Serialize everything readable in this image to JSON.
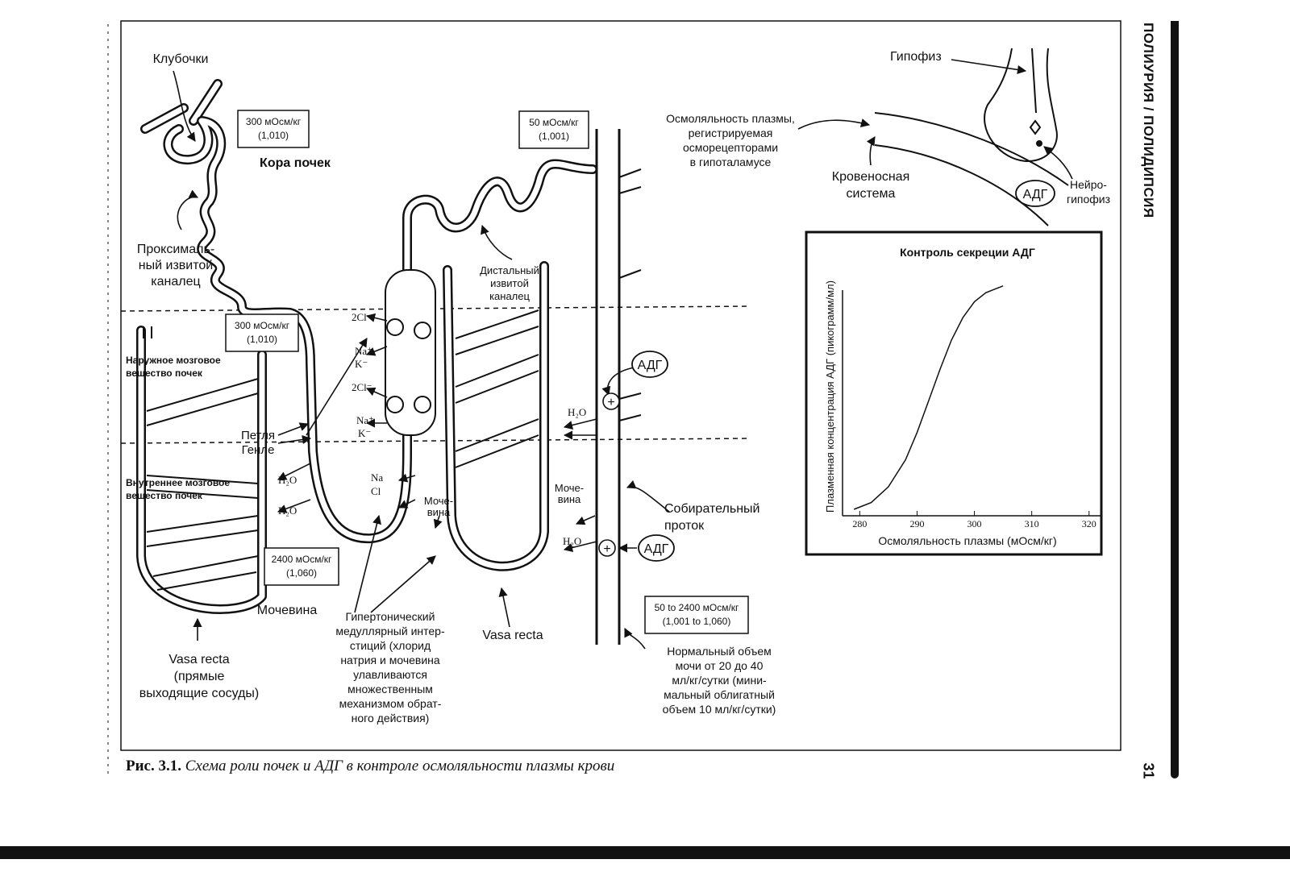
{
  "side_title": "ПОЛИУРИЯ / ПОЛИДИПСИЯ",
  "page_number": "31",
  "caption": {
    "label": "Рис. 3.1.",
    "text": "Схема роли почек и АДГ в контроле осмоляльности плазмы крови"
  },
  "labels": {
    "glomeruli": "Клубочки",
    "cortex": "Кора почек",
    "proximal": [
      "Проксималь-",
      "ный извитой",
      "каналец"
    ],
    "box_300_top": [
      "300 мОсм/кг",
      "(1,010)"
    ],
    "box_50": [
      "50 мОсм/кг",
      "(1,001)"
    ],
    "box_300_mid": [
      "300 мОсм/кг",
      "(1,010)"
    ],
    "box_2400": [
      "2400 мОсм/кг",
      "(1,060)"
    ],
    "box_range": [
      "50 to 2400 мОсм/кг",
      "(1,001 to 1,060)"
    ],
    "outer_medulla": [
      "Наружное мозговое",
      "вещество почек"
    ],
    "inner_medulla": [
      "Внутреннее мозговое",
      "вещество почек"
    ],
    "henle": [
      "Петля",
      "Генле"
    ],
    "urea": "Мочевина",
    "urea_split": [
      "Моче-",
      "вина"
    ],
    "vasa_recta_left": [
      "Vasa recta",
      "(прямые",
      "выходящие сосуды)"
    ],
    "vasa_recta": "Vasa recta",
    "distal": [
      "Дистальный",
      "извитой",
      "каналец"
    ],
    "hypertonic": [
      "Гипертонический",
      "медуллярный интер-",
      "стиций (хлорид",
      "натрия и мочевина",
      "улавливаются",
      "множественным",
      "механизмом обрат-",
      "ного действия)"
    ],
    "collecting": [
      "Собирательный",
      "проток"
    ],
    "normal_urine": [
      "Нормальный объем",
      "мочи от 20 до 40",
      "мл/кг/сутки (мини-",
      "мальный облигатный",
      "объем 10 мл/кг/сутки)"
    ],
    "adh": "АДГ",
    "h2o": "H₂O",
    "cl2": "2Cl⁻",
    "na": "Na⁺",
    "k": "K⁻",
    "na_plain": "Na",
    "cl_plain": "Cl",
    "plus": "+",
    "pituitary": "Гипофиз",
    "osmo_plasma": [
      "Осмоляльность плазмы,",
      "регистрируемая",
      "осморецепторами",
      "в гипоталамусе"
    ],
    "blood_system": [
      "Кровеносная",
      "система"
    ],
    "neurohypophysis": [
      "Нейро-",
      "гипофиз"
    ]
  },
  "chart_data": {
    "type": "line",
    "title": "Контроль секреции АДГ",
    "xlabel": "Осмоляльность плазмы (мОсм/кг)",
    "ylabel": "Плазменная концентрация АДГ (пикограмм/мл)",
    "x_ticks": [
      "280",
      "290",
      "300",
      "310",
      "320"
    ],
    "xlim": [
      277,
      322
    ],
    "ylim": [
      0,
      1
    ],
    "grid": false,
    "series": [
      {
        "x": [
          279,
          282,
          285,
          288,
          290,
          292,
          294,
          296,
          298,
          300,
          302,
          304,
          305
        ],
        "y": [
          0.0,
          0.03,
          0.1,
          0.22,
          0.34,
          0.48,
          0.62,
          0.75,
          0.85,
          0.92,
          0.96,
          0.98,
          0.99
        ]
      }
    ]
  }
}
